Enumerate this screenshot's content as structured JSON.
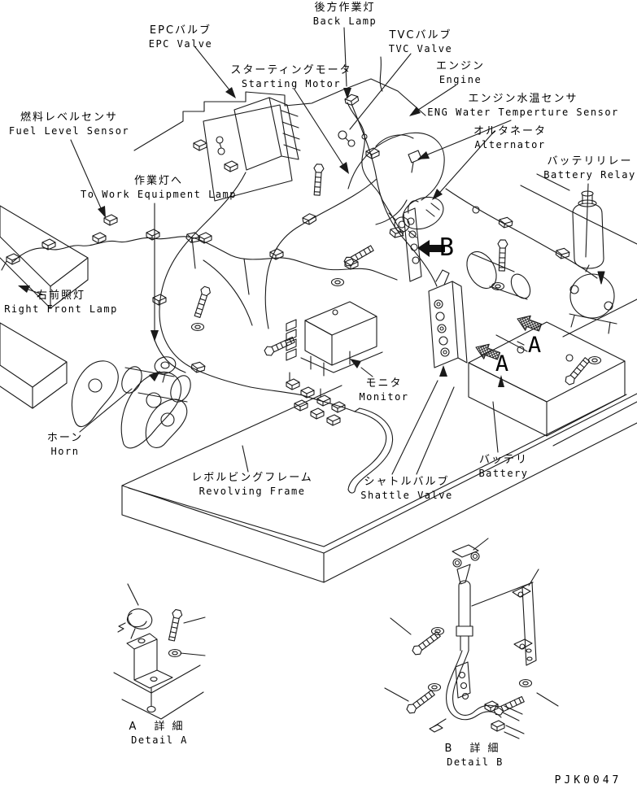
{
  "drawing_number": "PJK0047",
  "colors": {
    "background": "#ffffff",
    "line": "#1a1a1a",
    "text": "#000000"
  },
  "labels": {
    "back_lamp": {
      "jp": "後方作業灯",
      "en": "Back Lamp"
    },
    "epc_valve": {
      "jp": "EPCバルブ",
      "en": "EPC Valve"
    },
    "tvc_valve": {
      "jp": "TVCバルブ",
      "en": "TVC Valve"
    },
    "starting_motor": {
      "jp": "スターティングモータ",
      "en": "Starting Motor"
    },
    "engine": {
      "jp": "エンジン",
      "en": "Engine"
    },
    "eng_water_temp": {
      "jp": "エンジン水温センサ",
      "en": "ENG Water Temperture Sensor"
    },
    "fuel_level_sensor": {
      "jp": "燃料レベルセンサ",
      "en": "Fuel Level Sensor"
    },
    "alternator": {
      "jp": "オルタネータ",
      "en": "Alternator"
    },
    "battery_relay": {
      "jp": "バッテリリレー",
      "en": "Battery Relay"
    },
    "to_work_lamp": {
      "jp": "作業灯へ",
      "en": "To Work Equipment Lamp"
    },
    "right_front_lamp": {
      "jp": "右前照灯",
      "en": "Right Front Lamp"
    },
    "monitor": {
      "jp": "モニタ",
      "en": "Monitor"
    },
    "horn": {
      "jp": "ホーン",
      "en": "Horn"
    },
    "revolving_frame": {
      "jp": "レボルビングフレーム",
      "en": "Revolving Frame"
    },
    "shuttle_valve": {
      "jp": "シャトルバルブ",
      "en": "Shattle Valve"
    },
    "battery": {
      "jp": "バッテリ",
      "en": "Battery"
    },
    "detail_a": {
      "jp": "A 詳細",
      "en": "Detail A"
    },
    "detail_b": {
      "jp": "B 詳細",
      "en": "Detail B"
    }
  },
  "markers": {
    "view_b": "B",
    "view_a_1": "A",
    "view_a_2": "A"
  }
}
